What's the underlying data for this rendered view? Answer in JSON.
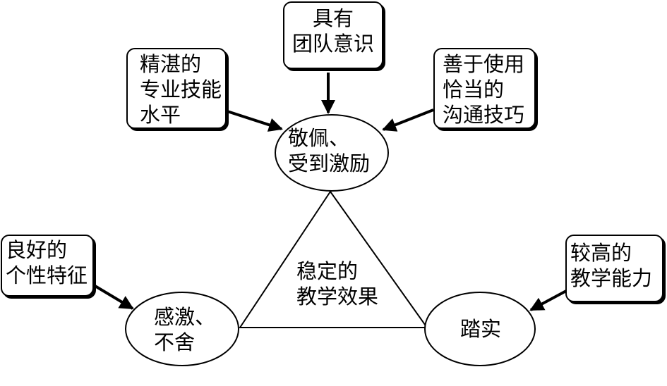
{
  "nodes": {
    "team": {
      "lines": [
        "具有",
        "团队意识"
      ]
    },
    "skill": {
      "lines": [
        "精湛的",
        "专业技能",
        "水平"
      ]
    },
    "comm": {
      "lines": [
        "善于使用",
        "恰当的",
        "沟通技巧"
      ]
    },
    "respect": {
      "lines": [
        "敬佩、",
        "受到激励"
      ]
    },
    "center": {
      "lines": [
        "稳定的",
        "教学效果"
      ]
    },
    "personal": {
      "lines": [
        "良好的",
        "个性特征"
      ]
    },
    "grateful": {
      "lines": [
        "感激、",
        "不舍"
      ]
    },
    "teaching": {
      "lines": [
        "较高的",
        "教学能力"
      ]
    },
    "practical": {
      "lines": [
        "踏实"
      ]
    }
  }
}
